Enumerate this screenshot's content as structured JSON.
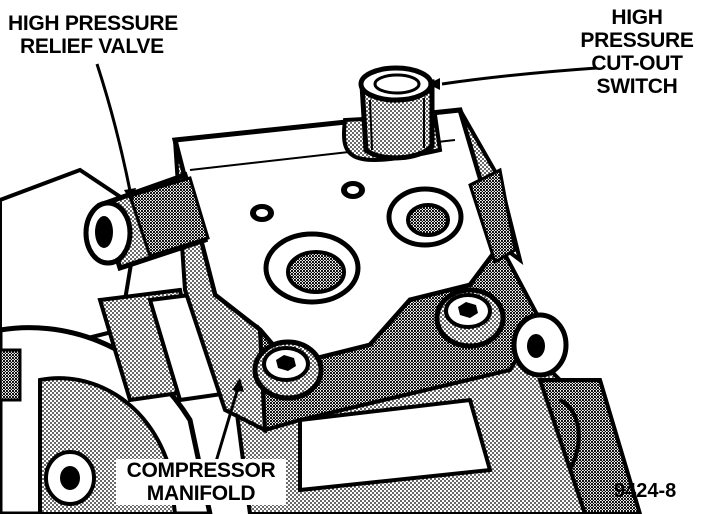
{
  "labels": {
    "relief_valve": [
      "HIGH PRESSURE",
      "RELIEF VALVE"
    ],
    "cutout_switch": [
      "HIGH",
      "PRESSURE",
      "CUT-OUT",
      "SWITCH"
    ],
    "manifold": [
      "COMPRESSOR",
      "MANIFOLD"
    ]
  },
  "figure_number": "9424-8",
  "colors": {
    "ink": "#000000",
    "paper": "#ffffff",
    "shade": "#8a8a8a"
  }
}
